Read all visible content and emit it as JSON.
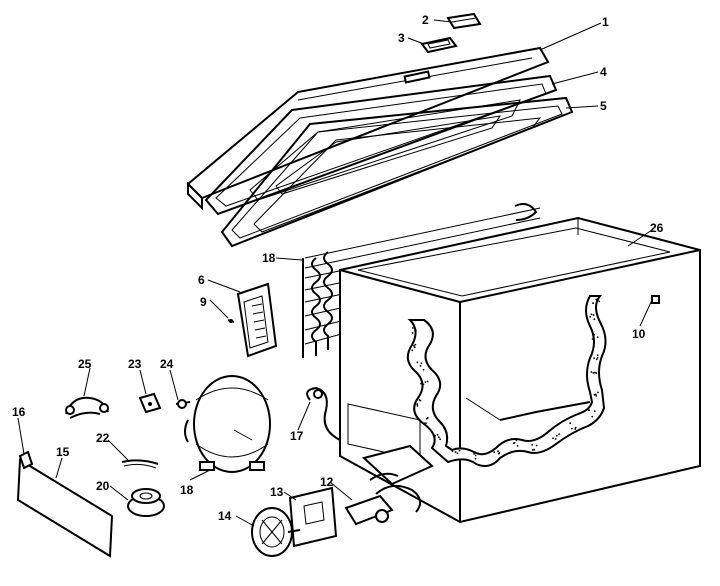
{
  "diagram": {
    "callouts": [
      {
        "id": "c1",
        "text": "1"
      },
      {
        "id": "c2",
        "text": "2"
      },
      {
        "id": "c3",
        "text": "3"
      },
      {
        "id": "c4",
        "text": "4"
      },
      {
        "id": "c5",
        "text": "5"
      },
      {
        "id": "c6",
        "text": "6"
      },
      {
        "id": "c9",
        "text": "9"
      },
      {
        "id": "c10",
        "text": "10"
      },
      {
        "id": "c12",
        "text": "12"
      },
      {
        "id": "c13",
        "text": "13"
      },
      {
        "id": "c14",
        "text": "14"
      },
      {
        "id": "c15",
        "text": "15"
      },
      {
        "id": "c16",
        "text": "16"
      },
      {
        "id": "c17",
        "text": "17"
      },
      {
        "id": "c18a",
        "text": "18"
      },
      {
        "id": "c18b",
        "text": "18"
      },
      {
        "id": "c20",
        "text": "20"
      },
      {
        "id": "c22",
        "text": "22"
      },
      {
        "id": "c23",
        "text": "23"
      },
      {
        "id": "c24",
        "text": "24"
      },
      {
        "id": "c25",
        "text": "25"
      },
      {
        "id": "c26",
        "text": "26"
      }
    ]
  }
}
